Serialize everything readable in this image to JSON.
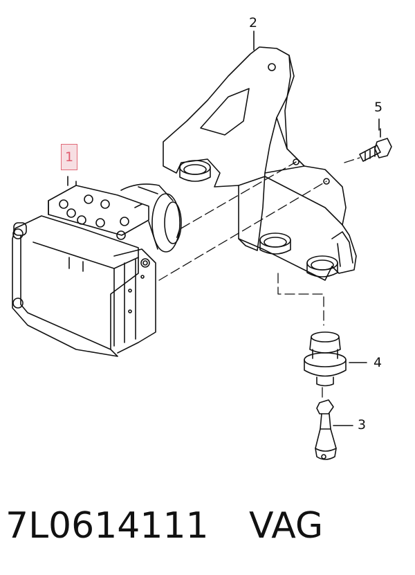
{
  "callouts": {
    "c1": "1",
    "c2": "2",
    "c3": "3",
    "c4": "4",
    "c5": "5"
  },
  "footer": {
    "part_number": "7L0614111",
    "brand": "VAG"
  },
  "colors": {
    "line": "#111111",
    "highlight_border": "#e06a78",
    "highlight_fill": "#f7dfe3",
    "highlight_text": "#e05b6e"
  }
}
